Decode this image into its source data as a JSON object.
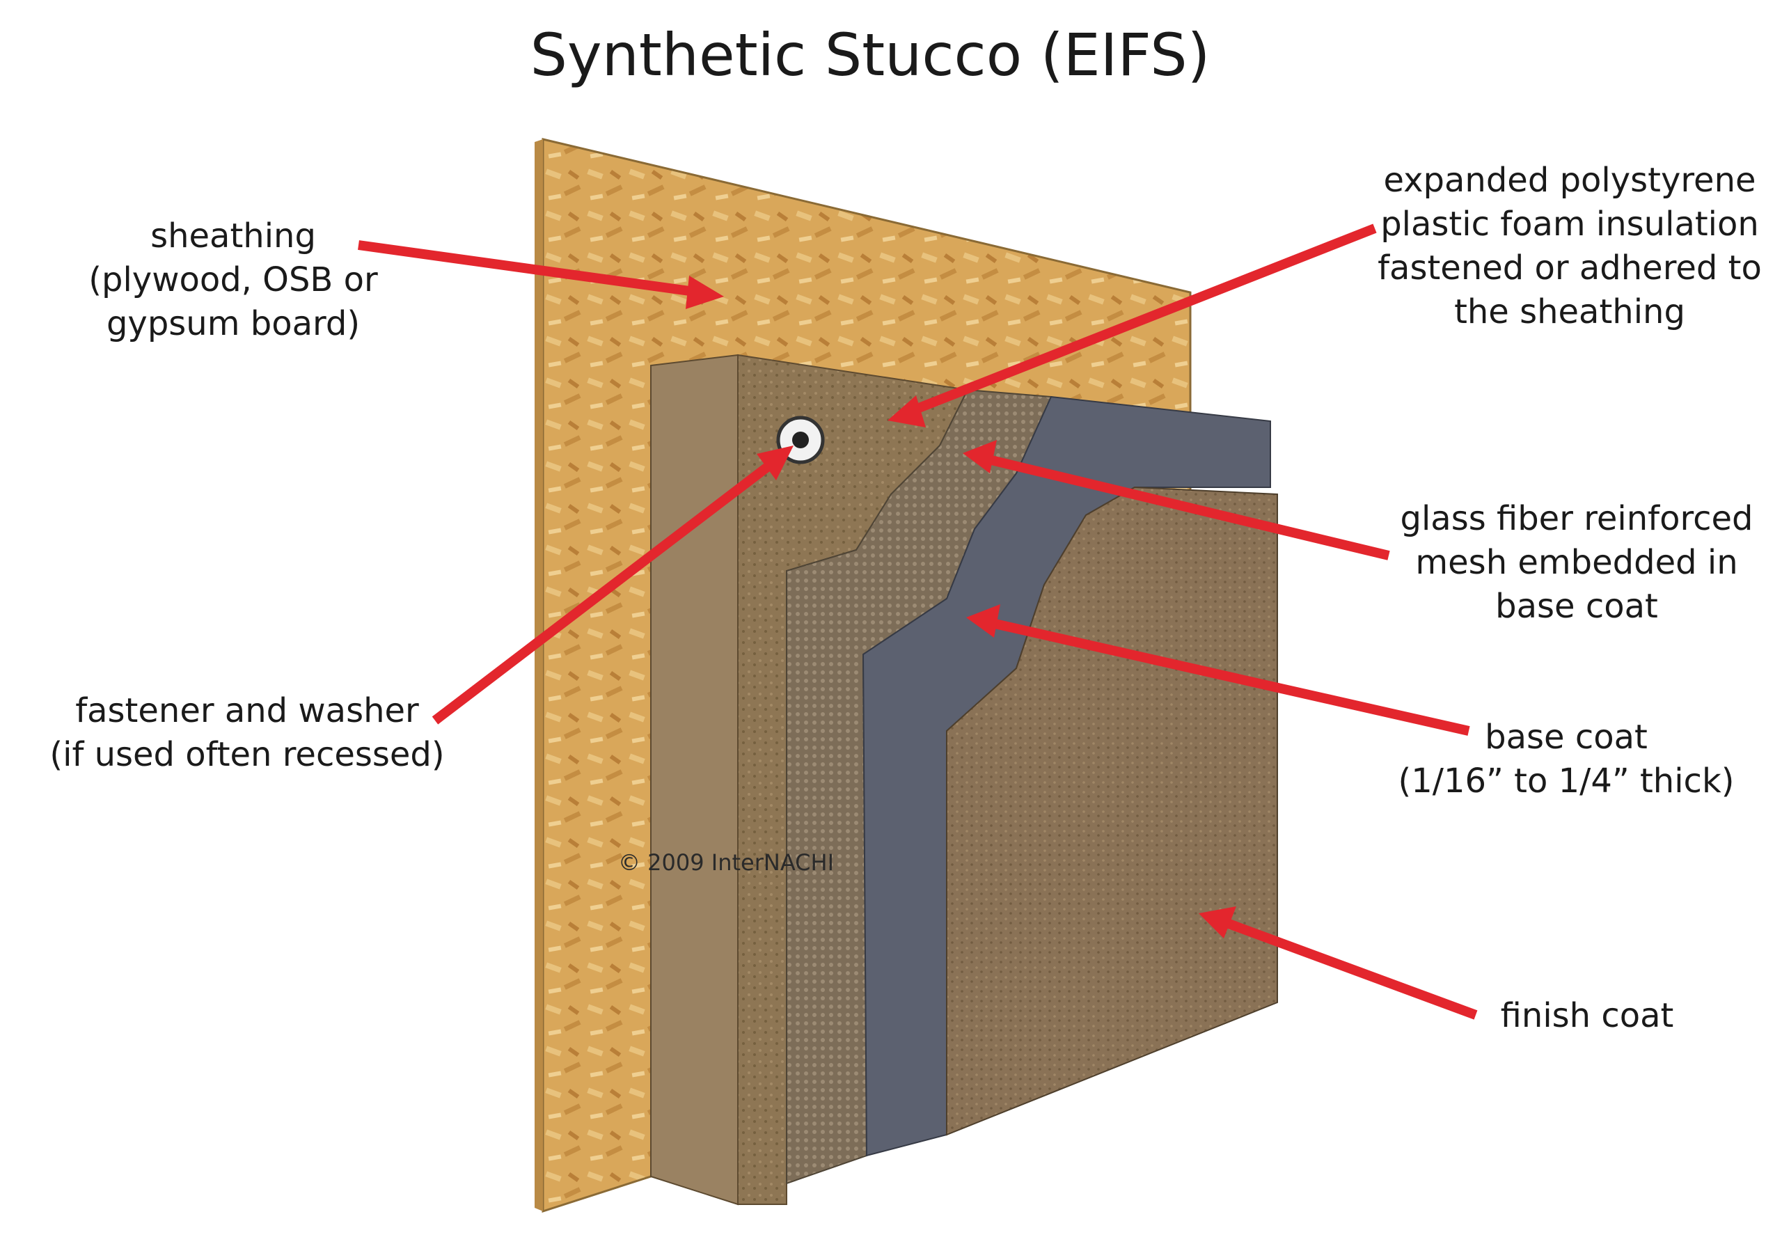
{
  "title": "Synthetic Stucco (EIFS)",
  "copyright": "© 2009 InterNACHI",
  "labels": {
    "sheathing": [
      "sheathing",
      "(plywood, OSB or",
      "gypsum board)"
    ],
    "fastener": [
      "fastener and washer",
      "(if used often recessed)"
    ],
    "foam": [
      "expanded polystyrene",
      "plastic foam insulation",
      "fastened or adhered to",
      "the sheathing"
    ],
    "mesh": [
      "glass fiber reinforced",
      "mesh embedded in",
      "base coat"
    ],
    "base_coat": [
      "base coat",
      "(1/16” to 1/4” thick)"
    ],
    "finish_coat": [
      "finish coat"
    ]
  },
  "colors": {
    "arrow": "#e3262d",
    "sheathing": "#d9a75a",
    "foam": "#8c7352",
    "mesh": "#7a6a55",
    "base_coat": "#5a5f6e",
    "finish_coat": "#8a7256"
  }
}
